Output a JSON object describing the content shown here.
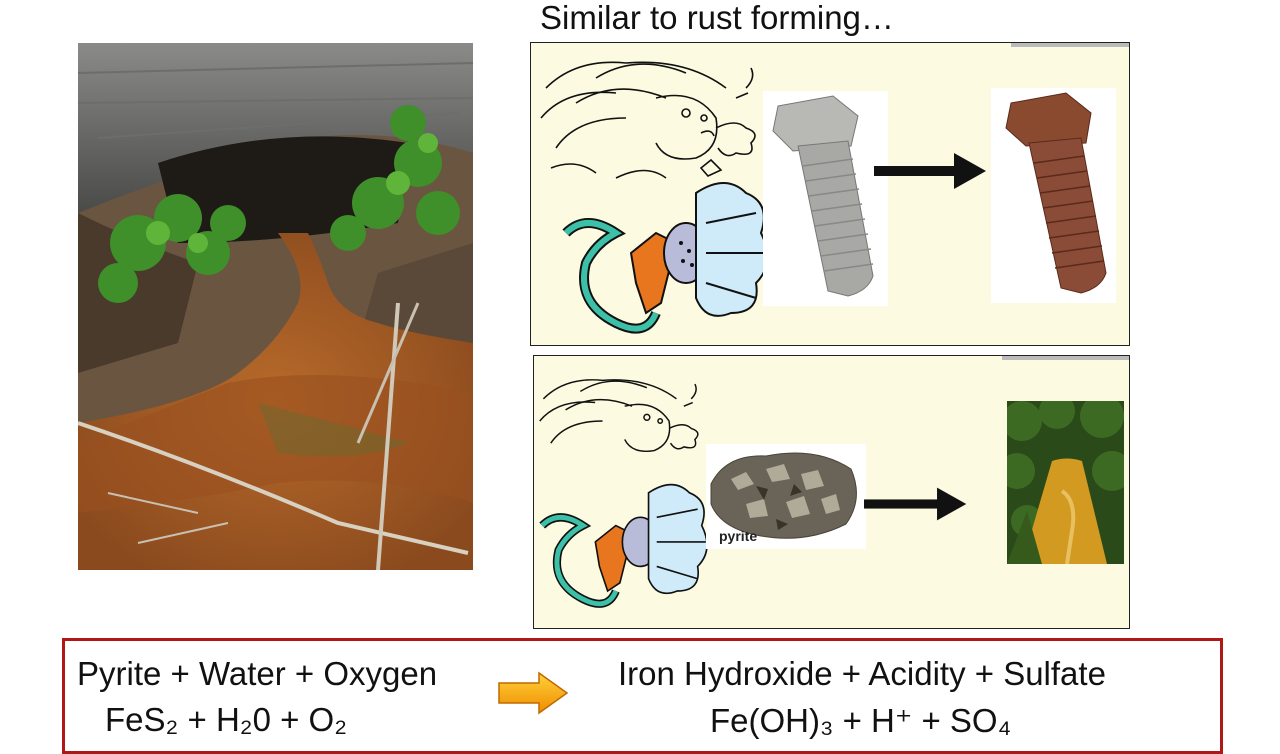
{
  "slide": {
    "title": "Similar to rust forming…",
    "pyrite_label": "pyrite",
    "equation": {
      "left": "Pyrite + Water + Oxygen",
      "right": "Iron Hydroxide + Acidity + Sulfate",
      "formula_left": "FeS₂ + H₂0 + O₂",
      "formula_right": "Fe(OH)₃ + H⁺ + SO₄"
    }
  },
  "colors": {
    "panel_background": "#fcfae0",
    "equation_border": "#b01818",
    "orange_arrow": "#f4a20a"
  },
  "icons": {
    "wind_face": "wind-face-icon",
    "water_hose": "water-hose-icon",
    "black_arrow": "arrow-right-icon",
    "orange_arrow": "orange-arrow-right-icon"
  }
}
